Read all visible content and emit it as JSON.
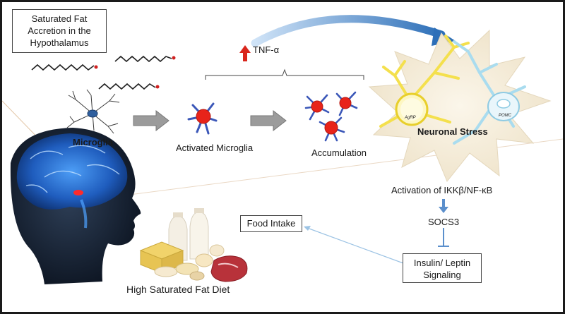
{
  "labels": {
    "sat_fat_title": "Saturated Fat Accretion in the Hypothalamus",
    "sat_fat_line1": "Saturated Fat",
    "sat_fat_line2": "Accretion in the",
    "sat_fat_line3": "Hypothalamus",
    "tnf": "TNF-α",
    "microglia": "Microglia",
    "activated_microglia": "Activated Microglia",
    "accumulation": "Accumulation",
    "neuronal_stress": "Neuronal Stress",
    "agrp": "AgRP",
    "pomc": "POMC",
    "ikk": "Activation of IKKβ/NF-κB",
    "socs3": "SOCS3",
    "insulin_line1": "Insulin/ Leptin",
    "insulin_line2": "Signaling",
    "food_intake": "Food Intake",
    "diet": "High Saturated Fat Diet"
  },
  "colors": {
    "border": "#1a1a1a",
    "up_arrow": "#d9261c",
    "pathway_arrow": "#5b8fcc",
    "microglia_body": "#e8231a",
    "microglia_process": "#3b57b8",
    "resting_microglia": "#2f5f9e",
    "brain_glow": "#4fa3ff",
    "agrp_neuron": "#f4e04d",
    "pomc_neuron": "#a9dcef",
    "stress_star": "#f7f1e4"
  }
}
